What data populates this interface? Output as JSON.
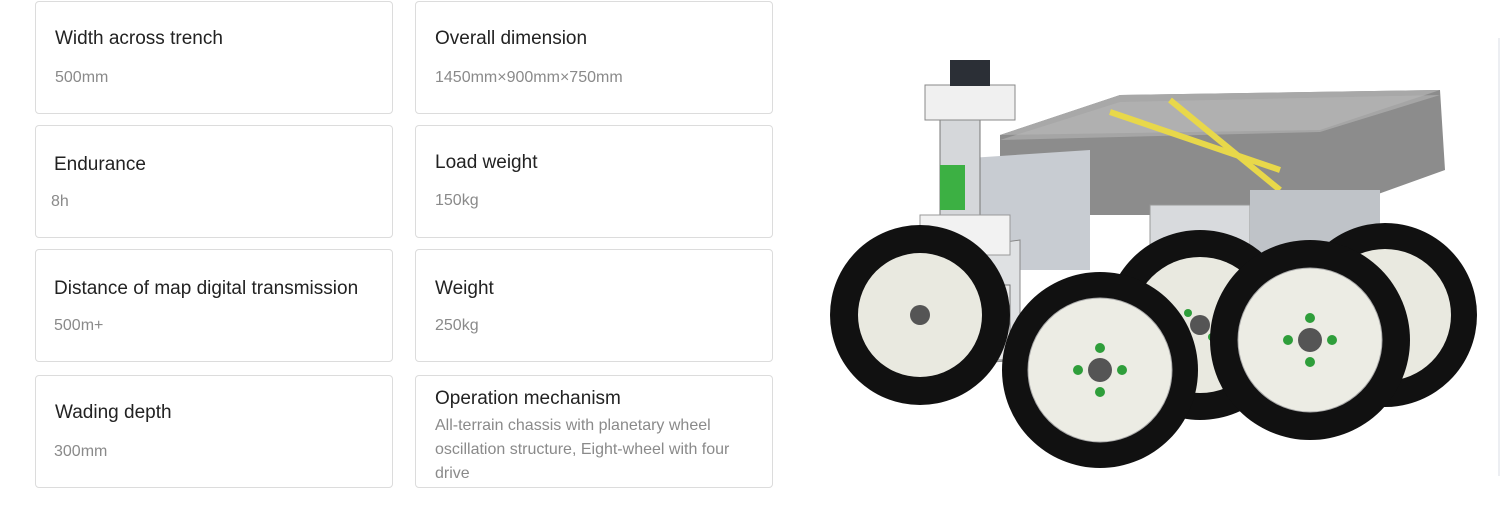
{
  "specs": [
    {
      "title": "Width across trench",
      "value": "500mm"
    },
    {
      "title": "Overall dimension",
      "value": "1450mm×900mm×750mm"
    },
    {
      "title": "Endurance",
      "value": "8h"
    },
    {
      "title": "Load weight",
      "value": "150kg"
    },
    {
      "title": "Distance of map digital transmission",
      "value": "500m+"
    },
    {
      "title": "Weight",
      "value": "250kg"
    },
    {
      "title": "Wading depth",
      "value": "300mm"
    },
    {
      "title": "Operation mechanism",
      "value": "All-terrain chassis with planetary wheel oscillation structure, Eight-wheel with four drive"
    }
  ]
}
